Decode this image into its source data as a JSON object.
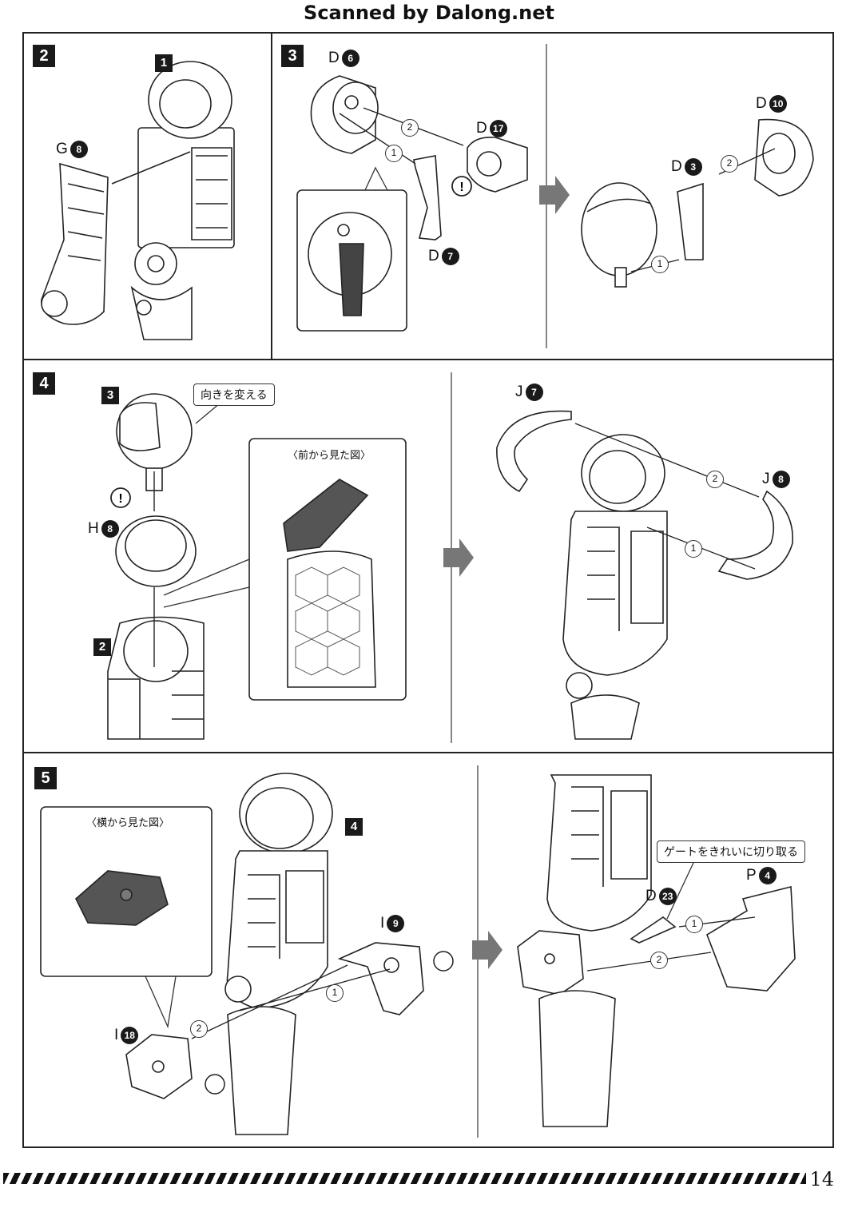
{
  "header": {
    "scan_credit": "Scanned by Dalong.net"
  },
  "page_number": "14",
  "steps": {
    "s2": {
      "number": "2",
      "sub_part": "1",
      "part": {
        "letter": "G",
        "num": "8"
      }
    },
    "s3": {
      "number": "3",
      "parts": [
        {
          "letter": "D",
          "num": "6"
        },
        {
          "letter": "D",
          "num": "17"
        },
        {
          "letter": "D",
          "num": "7"
        },
        {
          "letter": "D",
          "num": "10"
        },
        {
          "letter": "D",
          "num": "3"
        }
      ]
    },
    "s4": {
      "number": "4",
      "sub_part_a": "3",
      "sub_part_b": "2",
      "callout": "向きを変える",
      "view_title": "〈前から見た図〉",
      "parts": [
        {
          "letter": "H",
          "num": "8"
        },
        {
          "letter": "J",
          "num": "7"
        },
        {
          "letter": "J",
          "num": "8"
        }
      ]
    },
    "s5": {
      "number": "5",
      "sub_part": "4",
      "view_title": "〈横から見た図〉",
      "callout": "ゲートをきれいに切り取る",
      "parts": [
        {
          "letter": "I",
          "num": "9"
        },
        {
          "letter": "I",
          "num": "18"
        },
        {
          "letter": "D",
          "num": "23"
        },
        {
          "letter": "P",
          "num": "4"
        }
      ]
    }
  },
  "seq_marks": {
    "one": "1",
    "two": "2"
  }
}
